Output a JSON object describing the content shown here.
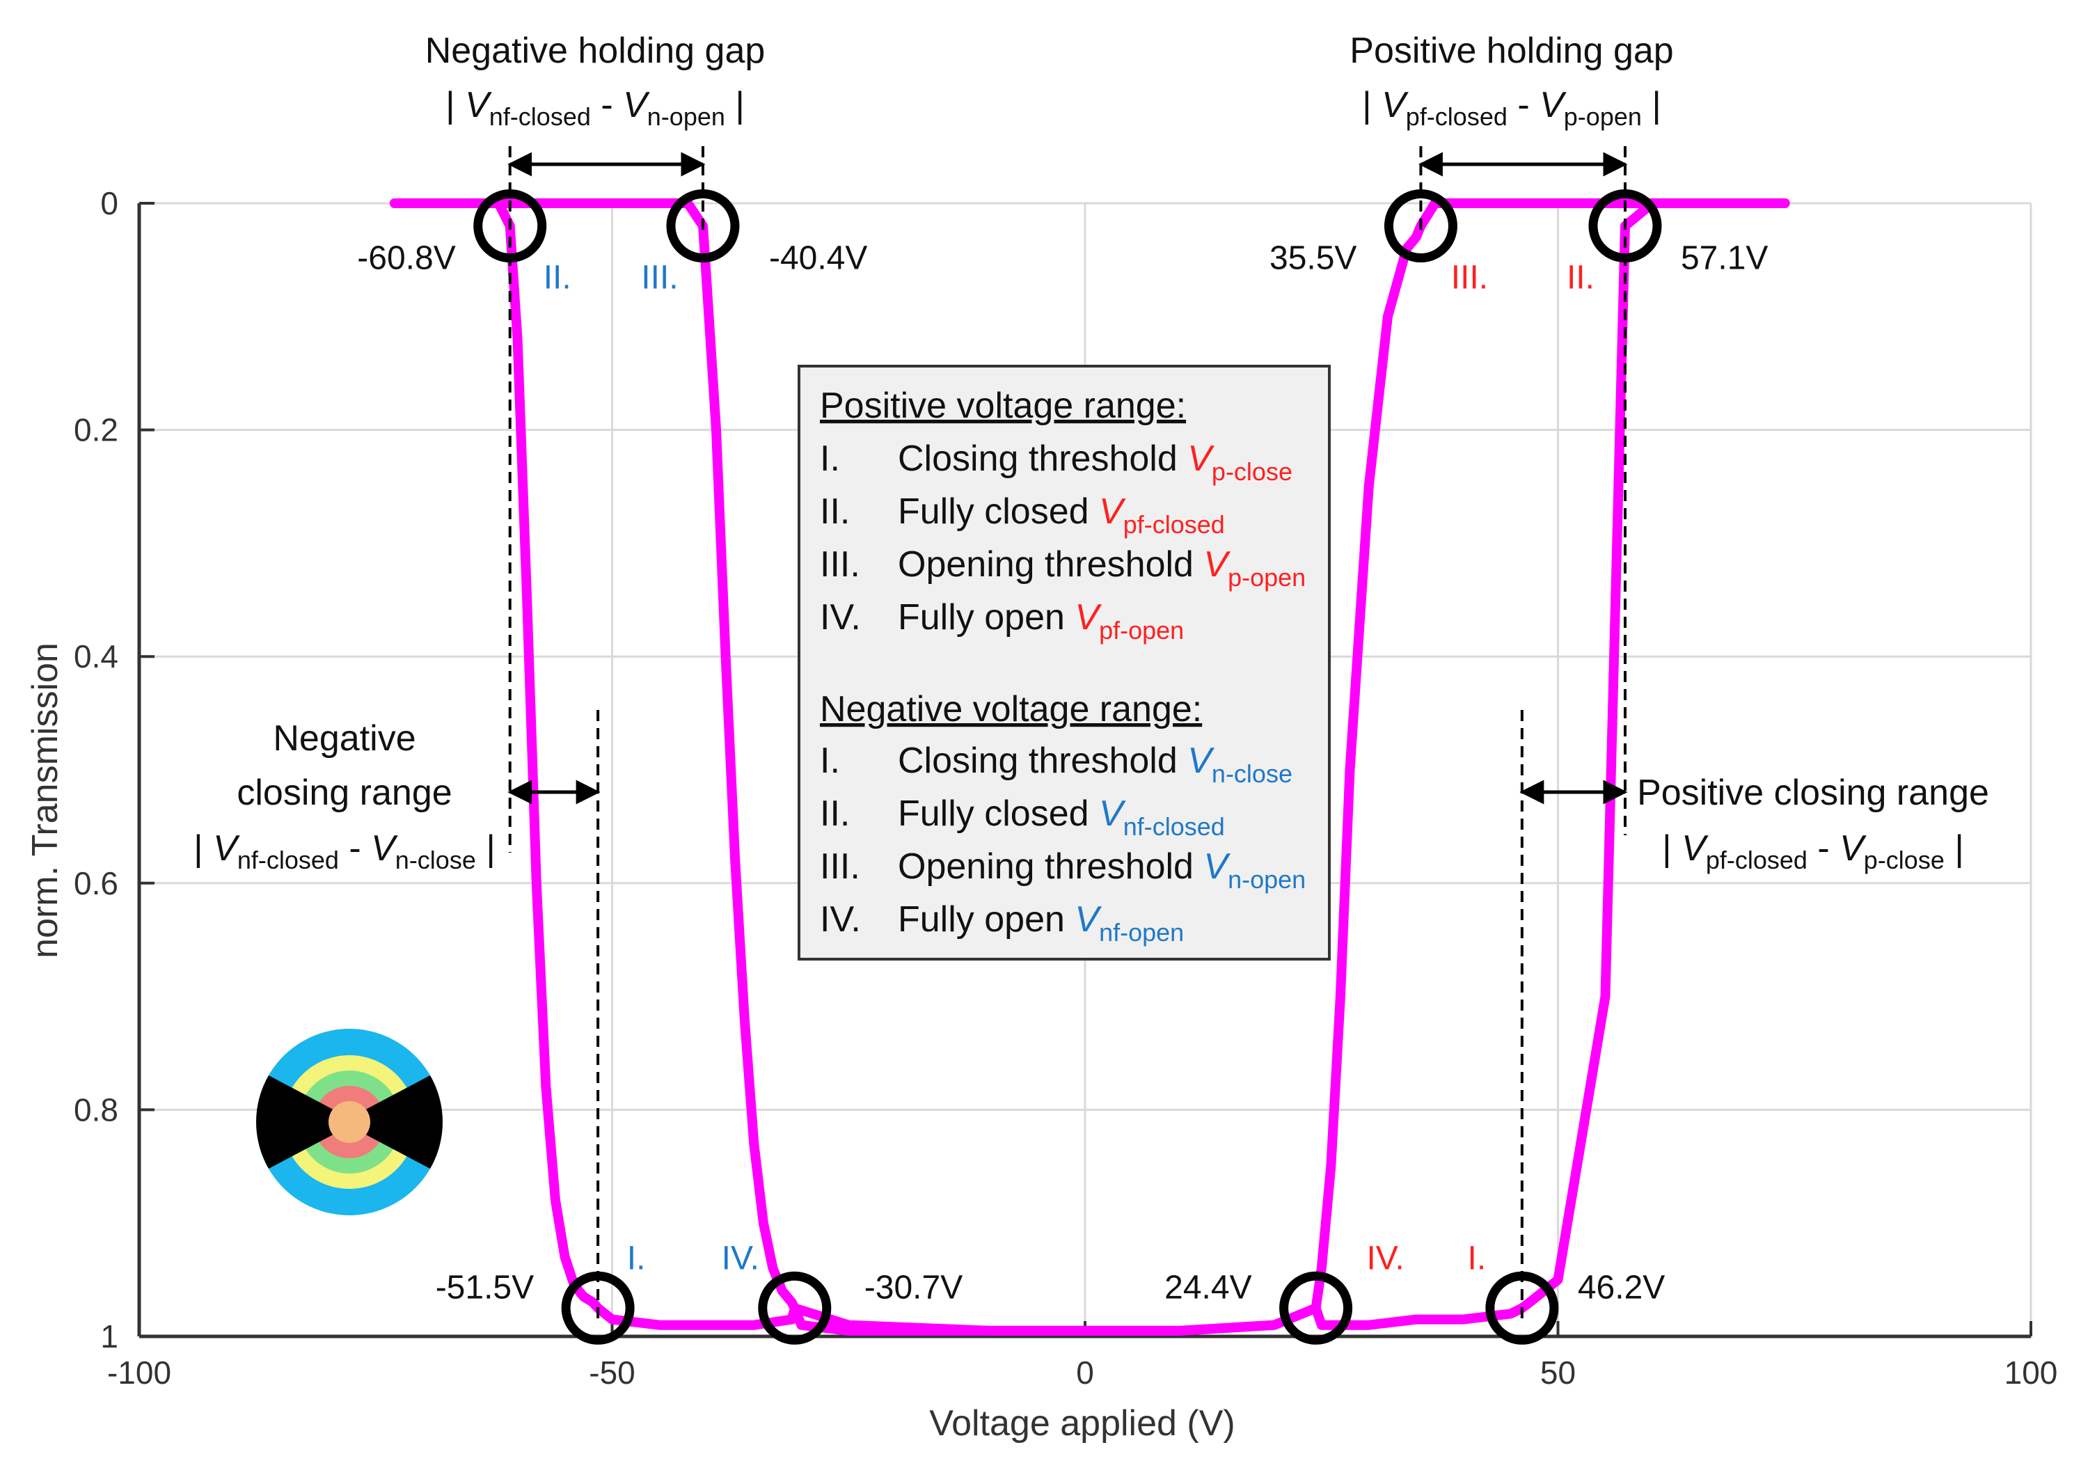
{
  "colors": {
    "curve": "#ff00ff",
    "positive": "#ff2020",
    "negative": "#1f78c8",
    "grid": "#d9d9d9",
    "axis": "#333333",
    "legend_bg": "#f0f0f0"
  },
  "chart_data": {
    "type": "line",
    "xlabel": "Voltage applied (V)",
    "ylabel": "norm. Transmission",
    "xlim": [
      -100,
      100
    ],
    "ylim": [
      0,
      1
    ],
    "y_inverted": true,
    "grid": true,
    "x_ticks": [
      "-100",
      "-50",
      "0",
      "50",
      "100"
    ],
    "y_ticks": [
      "0",
      "0.2",
      "0.4",
      "0.6",
      "0.8",
      "1"
    ],
    "series": [
      {
        "x": [
          -73,
          -70,
          -65,
          -62,
          -60.8,
          -60,
          -59,
          -58,
          -57,
          -56,
          -55,
          -54,
          -53,
          -52,
          -51.5,
          -50,
          -45,
          -40,
          -35,
          -31,
          -30.7,
          -30,
          -25,
          -20,
          -10,
          0,
          10,
          20,
          24.4,
          25,
          30,
          35,
          40,
          45,
          46.2,
          47,
          50,
          55,
          57.1,
          60,
          65,
          70,
          74
        ],
        "y": [
          0.0,
          0.0,
          0.0,
          0.0,
          0.02,
          0.12,
          0.35,
          0.6,
          0.78,
          0.88,
          0.93,
          0.955,
          0.965,
          0.97,
          0.975,
          0.985,
          0.99,
          0.99,
          0.99,
          0.985,
          0.975,
          0.99,
          0.995,
          0.995,
          0.995,
          0.995,
          0.995,
          0.99,
          0.975,
          0.99,
          0.99,
          0.985,
          0.985,
          0.98,
          0.975,
          0.97,
          0.95,
          0.7,
          0.02,
          0.0,
          0.0,
          0.0,
          0.0
        ]
      },
      {
        "x": [
          -73,
          -65,
          -50,
          -45,
          -42,
          -40.4,
          -40,
          -39,
          -38,
          -37,
          -36,
          -35,
          -34,
          -33,
          -32,
          -31,
          -30.7,
          -25,
          -10,
          0,
          10,
          20,
          24.4,
          25,
          26,
          27,
          28,
          30,
          32,
          34,
          35,
          35.5,
          37,
          40,
          50,
          57.1,
          60,
          74
        ],
        "y": [
          0.0,
          0.0,
          0.0,
          0.0,
          0.0,
          0.02,
          0.07,
          0.2,
          0.4,
          0.58,
          0.72,
          0.83,
          0.9,
          0.94,
          0.96,
          0.97,
          0.975,
          0.99,
          0.995,
          0.995,
          0.995,
          0.99,
          0.975,
          0.94,
          0.85,
          0.7,
          0.5,
          0.25,
          0.1,
          0.04,
          0.03,
          0.02,
          0.0,
          0.0,
          0.0,
          0.0,
          0.0,
          0.0
        ]
      }
    ],
    "markers": [
      {
        "x": -60.8,
        "y": 0.02,
        "label": "-60.8V",
        "roman": "II.",
        "sign": "negative"
      },
      {
        "x": -40.4,
        "y": 0.02,
        "label": "-40.4V",
        "roman": "III.",
        "sign": "negative"
      },
      {
        "x": 35.5,
        "y": 0.02,
        "label": "35.5V",
        "roman": "III.",
        "sign": "positive"
      },
      {
        "x": 57.1,
        "y": 0.02,
        "label": "57.1V",
        "roman": "II.",
        "sign": "positive"
      },
      {
        "x": -51.5,
        "y": 0.975,
        "label": "-51.5V",
        "roman": "I.",
        "sign": "negative"
      },
      {
        "x": -30.7,
        "y": 0.975,
        "label": "-30.7V",
        "roman": "IV.",
        "sign": "negative"
      },
      {
        "x": 24.4,
        "y": 0.975,
        "label": "24.4V",
        "roman": "IV.",
        "sign": "positive"
      },
      {
        "x": 46.2,
        "y": 0.975,
        "label": "46.2V",
        "roman": "I.",
        "sign": "positive"
      }
    ]
  },
  "annotations": {
    "neg_holding": {
      "title": "Negative holding gap",
      "bar": "|",
      "v": "V",
      "sub_a": "nf-closed",
      "minus": " - ",
      "sub_b": "n-open"
    },
    "pos_holding": {
      "title": "Positive holding gap",
      "bar": "|",
      "v": "V",
      "sub_a": "pf-closed",
      "minus": " - ",
      "sub_b": "p-open"
    },
    "neg_closing": {
      "line1": "Negative",
      "line2": "closing range",
      "bar": "|",
      "v": "V",
      "sub_a": "nf-closed",
      "minus": " - ",
      "sub_b": "n-close"
    },
    "pos_closing": {
      "title": "Positive closing range",
      "bar": "|",
      "v": "V",
      "sub_a": "pf-closed",
      "minus": " - ",
      "sub_b": "p-close"
    }
  },
  "legend": {
    "positive_header": "Positive voltage range:",
    "negative_header": "Negative voltage range:",
    "v": "V",
    "positive_items": [
      {
        "num": "I.",
        "text": "Closing threshold",
        "sub": "p-close"
      },
      {
        "num": "II.",
        "text": "Fully closed",
        "sub": "pf-closed"
      },
      {
        "num": "III.",
        "text": "Opening threshold",
        "sub": "p-open"
      },
      {
        "num": "IV.",
        "text": "Fully open",
        "sub": "pf-open"
      }
    ],
    "negative_items": [
      {
        "num": "I.",
        "text": "Closing threshold",
        "sub": "n-close"
      },
      {
        "num": "II.",
        "text": "Fully closed",
        "sub": "nf-closed"
      },
      {
        "num": "III.",
        "text": "Opening threshold",
        "sub": "n-open"
      },
      {
        "num": "IV.",
        "text": "Fully open",
        "sub": "nf-open"
      }
    ]
  },
  "icon": {
    "name": "aperture-device-icon",
    "ring_colors": [
      "#1bb6ee",
      "#f4f47a",
      "#7fe08a",
      "#f07c7c",
      "#f5b87d"
    ],
    "blade_color": "#000000"
  }
}
